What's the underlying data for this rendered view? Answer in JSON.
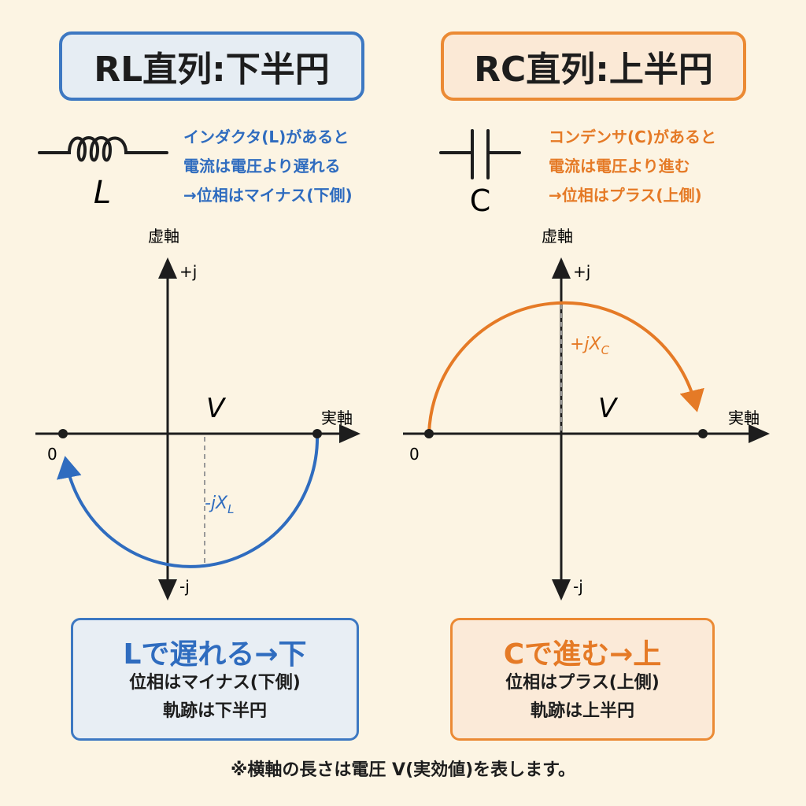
{
  "colors": {
    "blue": "#2f6cbf",
    "orange": "#e57a26",
    "background": "#fcf4e3"
  },
  "left": {
    "title": "RL直列:下半円",
    "component_symbol": "L",
    "description": [
      "インダクタ(L)があると",
      "電流は電圧より遅れる",
      "→位相はマイナス(下側)"
    ],
    "axis_imag": "虚軸",
    "axis_real": "実軸",
    "plus_j": "+j",
    "minus_j": "-j",
    "origin": "0",
    "v_label": "V",
    "reactance_label": "-jX",
    "reactance_sub": "L",
    "summary": {
      "heading": "Lで遅れる→下",
      "lines": [
        "位相はマイナス(下側)",
        "軌跡は下半円"
      ]
    }
  },
  "right": {
    "title": "RC直列:上半円",
    "component_symbol": "C",
    "description": [
      "コンデンサ(C)があると",
      "電流は電圧より進む",
      "→位相はプラス(上側)"
    ],
    "axis_imag": "虚軸",
    "axis_real": "実軸",
    "plus_j": "+j",
    "minus_j": "-j",
    "origin": "0",
    "v_label": "V",
    "reactance_label": "+jX",
    "reactance_sub": "C",
    "summary": {
      "heading": "Cで進む→上",
      "lines": [
        "位相はプラス(上側)",
        "軌跡は上半円"
      ]
    }
  },
  "footnote": "※横軸の長さは電圧 V(実効値)を表します。"
}
